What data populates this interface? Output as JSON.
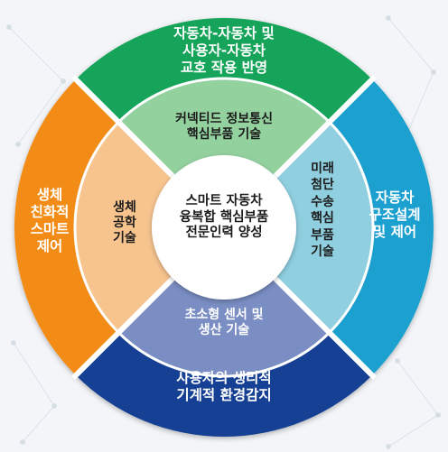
{
  "center": {
    "text": "스마트 자동차\n융복합 핵심부품\n전문인력 양성"
  },
  "segments": {
    "top": {
      "outer": "자동차-자동차 및\n사용자-자동차\n교호 작용 반영",
      "inner": "커넥티드 정보통신\n핵심부품 기술"
    },
    "right": {
      "outer": "자동차\n구조설계\n및 제어",
      "inner": "미래\n첨단\n수송\n핵심\n부품\n기술"
    },
    "bottom": {
      "outer": "사용자의 생리적\n기계적 환경감지",
      "inner": "초소형 센서 및\n생산 기술"
    },
    "left": {
      "outer": "생체\n친화적\n스마트\n제어",
      "inner": "생체\n공학\n기술"
    }
  },
  "colors": {
    "top_outer": "#14a45a",
    "top_inner": "#93d19f",
    "right_outer": "#1aa0cf",
    "right_inner": "#8fcfe0",
    "bottom_outer": "#173f94",
    "bottom_inner": "#7a8ec4",
    "left_outer": "#f28c16",
    "left_inner": "#f7c48e",
    "center": "#ffffff"
  }
}
